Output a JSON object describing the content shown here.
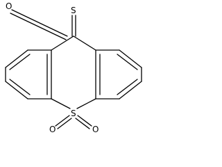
{
  "structure": {
    "atom_labels": {
      "top_oxygen": "O",
      "top_sulfur": "S",
      "ring_sulfur": "S",
      "left_oxygen": "O",
      "right_oxygen": "O"
    },
    "colors": {
      "bond": "#000000",
      "label": "#000000",
      "background": "#ffffff"
    }
  }
}
